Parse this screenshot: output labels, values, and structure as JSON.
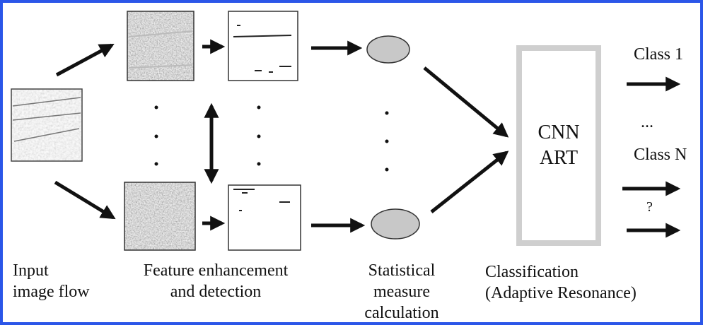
{
  "colors": {
    "border": "#2b56e8",
    "arrow": "#111111",
    "ellipse_fill": "#c8c8c8",
    "art_box": "#cfcfcf"
  },
  "labels": {
    "input": [
      "Input",
      "image flow"
    ],
    "feature": [
      "Feature enhancement",
      "and detection"
    ],
    "statistical": [
      "Statistical",
      "measure",
      "calculation"
    ],
    "classification": [
      "Classification",
      "(Adaptive Resonance)"
    ]
  },
  "art_box": {
    "line1": "CNN",
    "line2": "ART"
  },
  "outputs": {
    "class1": "Class 1",
    "ellipsis": "...",
    "classN": "Class N",
    "unknown": "?"
  },
  "images": [
    {
      "name": "input-image",
      "kind": "texture"
    },
    {
      "name": "enhanced-image-top",
      "kind": "dark-texture"
    },
    {
      "name": "detected-image-top",
      "kind": "sparse"
    },
    {
      "name": "enhanced-image-bottom",
      "kind": "dark-texture"
    },
    {
      "name": "detected-image-bottom",
      "kind": "sparse"
    }
  ]
}
